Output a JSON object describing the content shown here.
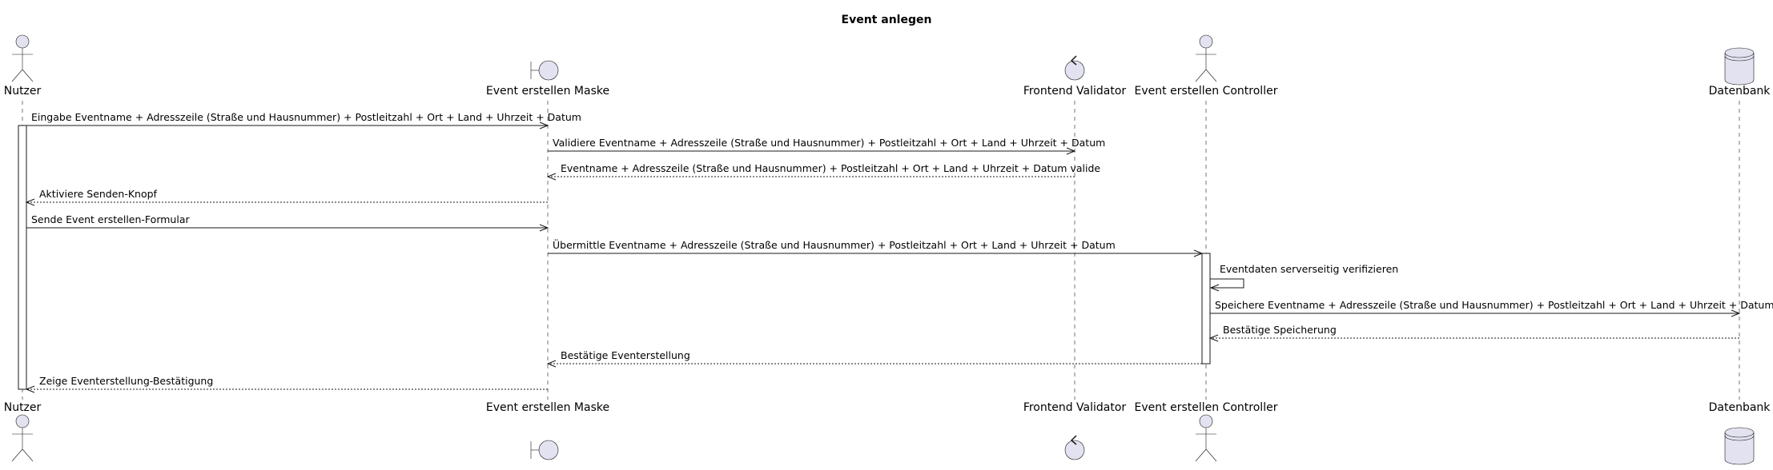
{
  "title": "Event anlegen",
  "participants": [
    {
      "id": "nutzer",
      "label": "Nutzer",
      "kind": "actor"
    },
    {
      "id": "maske",
      "label": "Event erstellen Maske",
      "kind": "boundary"
    },
    {
      "id": "validator",
      "label": "Frontend Validator",
      "kind": "control"
    },
    {
      "id": "controller",
      "label": "Event erstellen Controller",
      "kind": "actor"
    },
    {
      "id": "datenbank",
      "label": "Datenbank",
      "kind": "database"
    }
  ],
  "messages": [
    {
      "from": "nutzer",
      "to": "maske",
      "style": "solid",
      "label": "Eingabe Eventname + Adresszeile (Straße und Hausnummer) + Postleitzahl + Ort + Land + Uhrzeit + Datum"
    },
    {
      "from": "maske",
      "to": "validator",
      "style": "solid",
      "label": "Validiere Eventname + Adresszeile (Straße und Hausnummer) + Postleitzahl + Ort + Land + Uhrzeit + Datum"
    },
    {
      "from": "validator",
      "to": "maske",
      "style": "dashed",
      "label": "Eventname + Adresszeile (Straße und Hausnummer) + Postleitzahl + Ort + Land + Uhrzeit + Datum valide"
    },
    {
      "from": "maske",
      "to": "nutzer",
      "style": "dashed",
      "label": "Aktiviere Senden-Knopf"
    },
    {
      "from": "nutzer",
      "to": "maske",
      "style": "solid",
      "label": "Sende Event erstellen-Formular"
    },
    {
      "from": "maske",
      "to": "controller",
      "style": "solid",
      "label": "Übermittle Eventname + Adresszeile (Straße und Hausnummer) + Postleitzahl + Ort + Land + Uhrzeit + Datum"
    },
    {
      "from": "controller",
      "to": "controller",
      "style": "solid",
      "label": "Eventdaten serverseitig verifizieren"
    },
    {
      "from": "controller",
      "to": "datenbank",
      "style": "solid",
      "label": "Speichere Eventname + Adresszeile (Straße und Hausnummer) + Postleitzahl + Ort + Land + Uhrzeit + Datum"
    },
    {
      "from": "datenbank",
      "to": "controller",
      "style": "dashed",
      "label": "Bestätige Speicherung"
    },
    {
      "from": "controller",
      "to": "maske",
      "style": "dashed",
      "label": "Bestätige Eventerstellung"
    },
    {
      "from": "maske",
      "to": "nutzer",
      "style": "dashed",
      "label": "Zeige Eventerstellung-Bestätigung"
    }
  ],
  "colors": {
    "participant_fill": "#E2E2F0",
    "line": "#181818",
    "background": "#FFFFFF"
  }
}
